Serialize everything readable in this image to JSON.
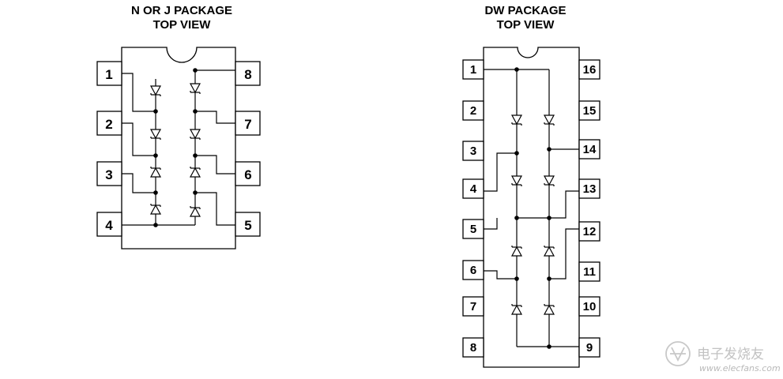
{
  "left_package": {
    "title_line1": "N OR J PACKAGE",
    "title_line2": "TOP VIEW",
    "pins": [
      "1",
      "2",
      "3",
      "4",
      "5",
      "6",
      "7",
      "8"
    ]
  },
  "right_package": {
    "title_line1": "DW PACKAGE",
    "title_line2": "TOP VIEW",
    "pins": [
      "1",
      "2",
      "3",
      "4",
      "5",
      "6",
      "7",
      "8",
      "9",
      "10",
      "11",
      "12",
      "13",
      "14",
      "15",
      "16"
    ]
  },
  "watermark": {
    "text_cn": "电子发烧友",
    "text_url": "www.elecfans.com"
  }
}
